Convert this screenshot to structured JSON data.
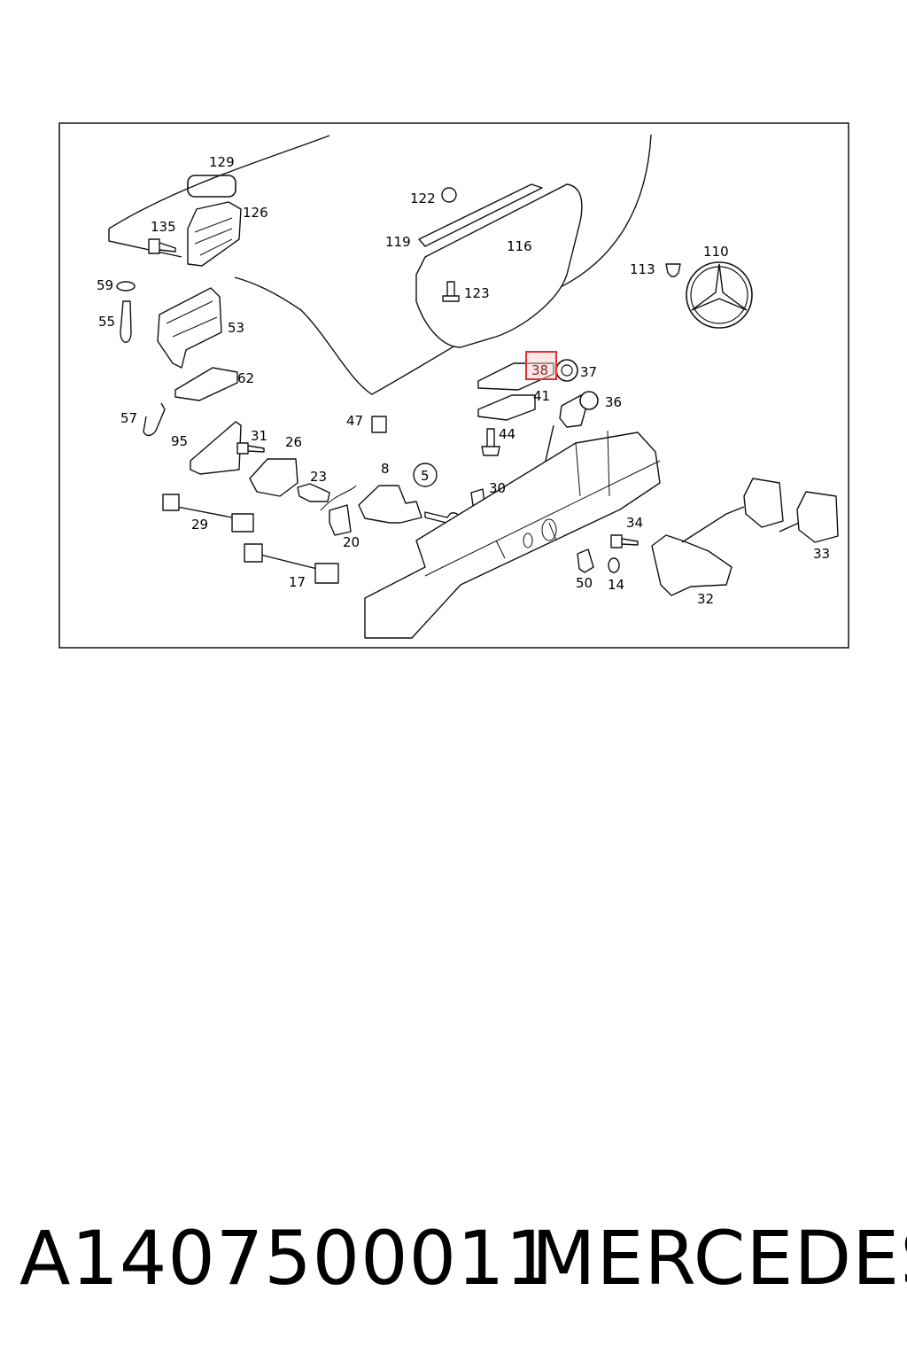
{
  "diagram": {
    "labels": [
      "129",
      "126",
      "135",
      "122",
      "119",
      "116",
      "123",
      "113",
      "110",
      "59",
      "55",
      "53",
      "62",
      "57",
      "38",
      "37",
      "41",
      "36",
      "47",
      "44",
      "95",
      "31",
      "26",
      "23",
      "8",
      "5",
      "30",
      "29",
      "20",
      "17",
      "34",
      "50",
      "14",
      "32",
      "33"
    ],
    "highlighted_label": "38",
    "highlight_color": "#e03030"
  },
  "caption": {
    "part_number": "A1407500011",
    "brand": "MERCEDES"
  }
}
